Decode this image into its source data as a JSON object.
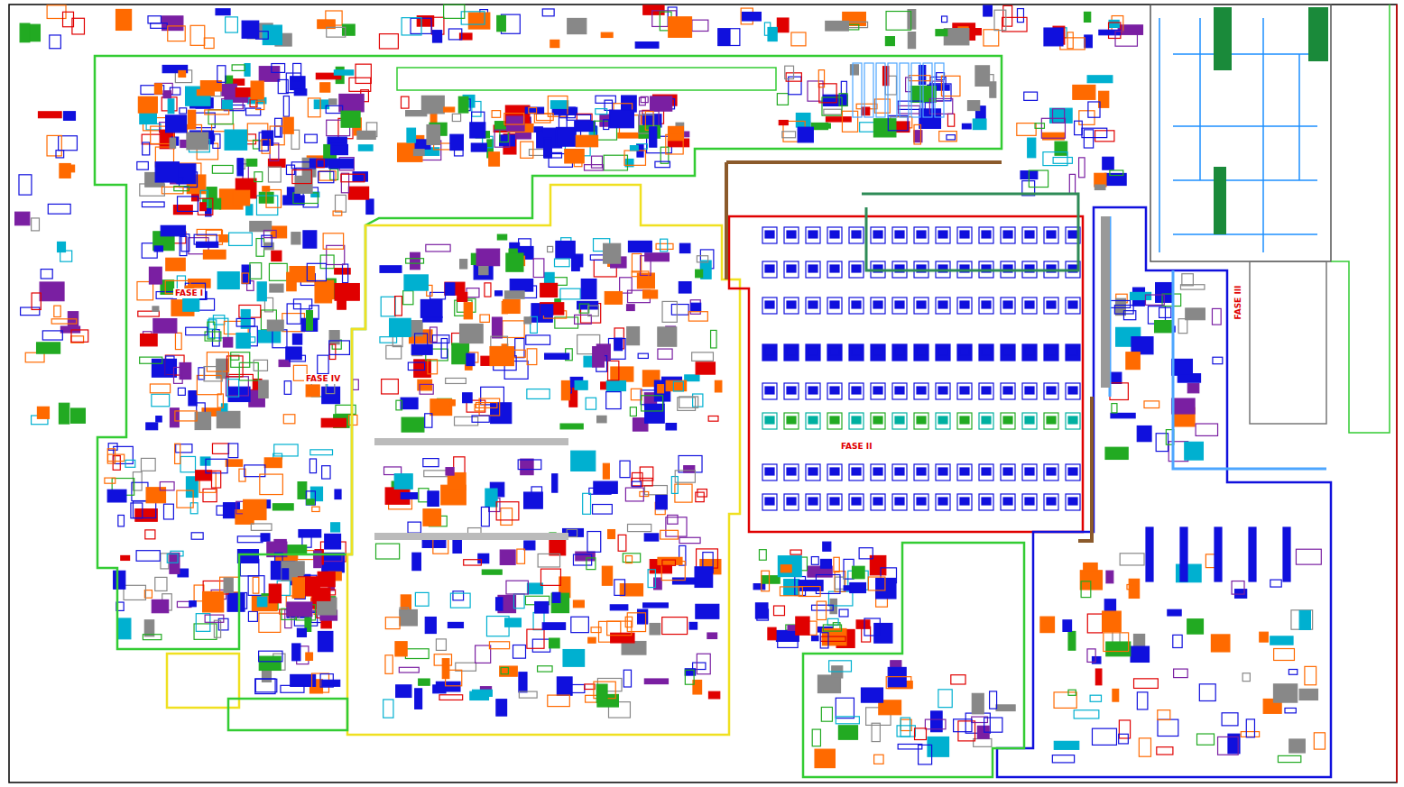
{
  "diagram": {
    "labels": [
      "FASE I",
      "FASE IV",
      "FASE II",
      "FASE III"
    ]
  }
}
